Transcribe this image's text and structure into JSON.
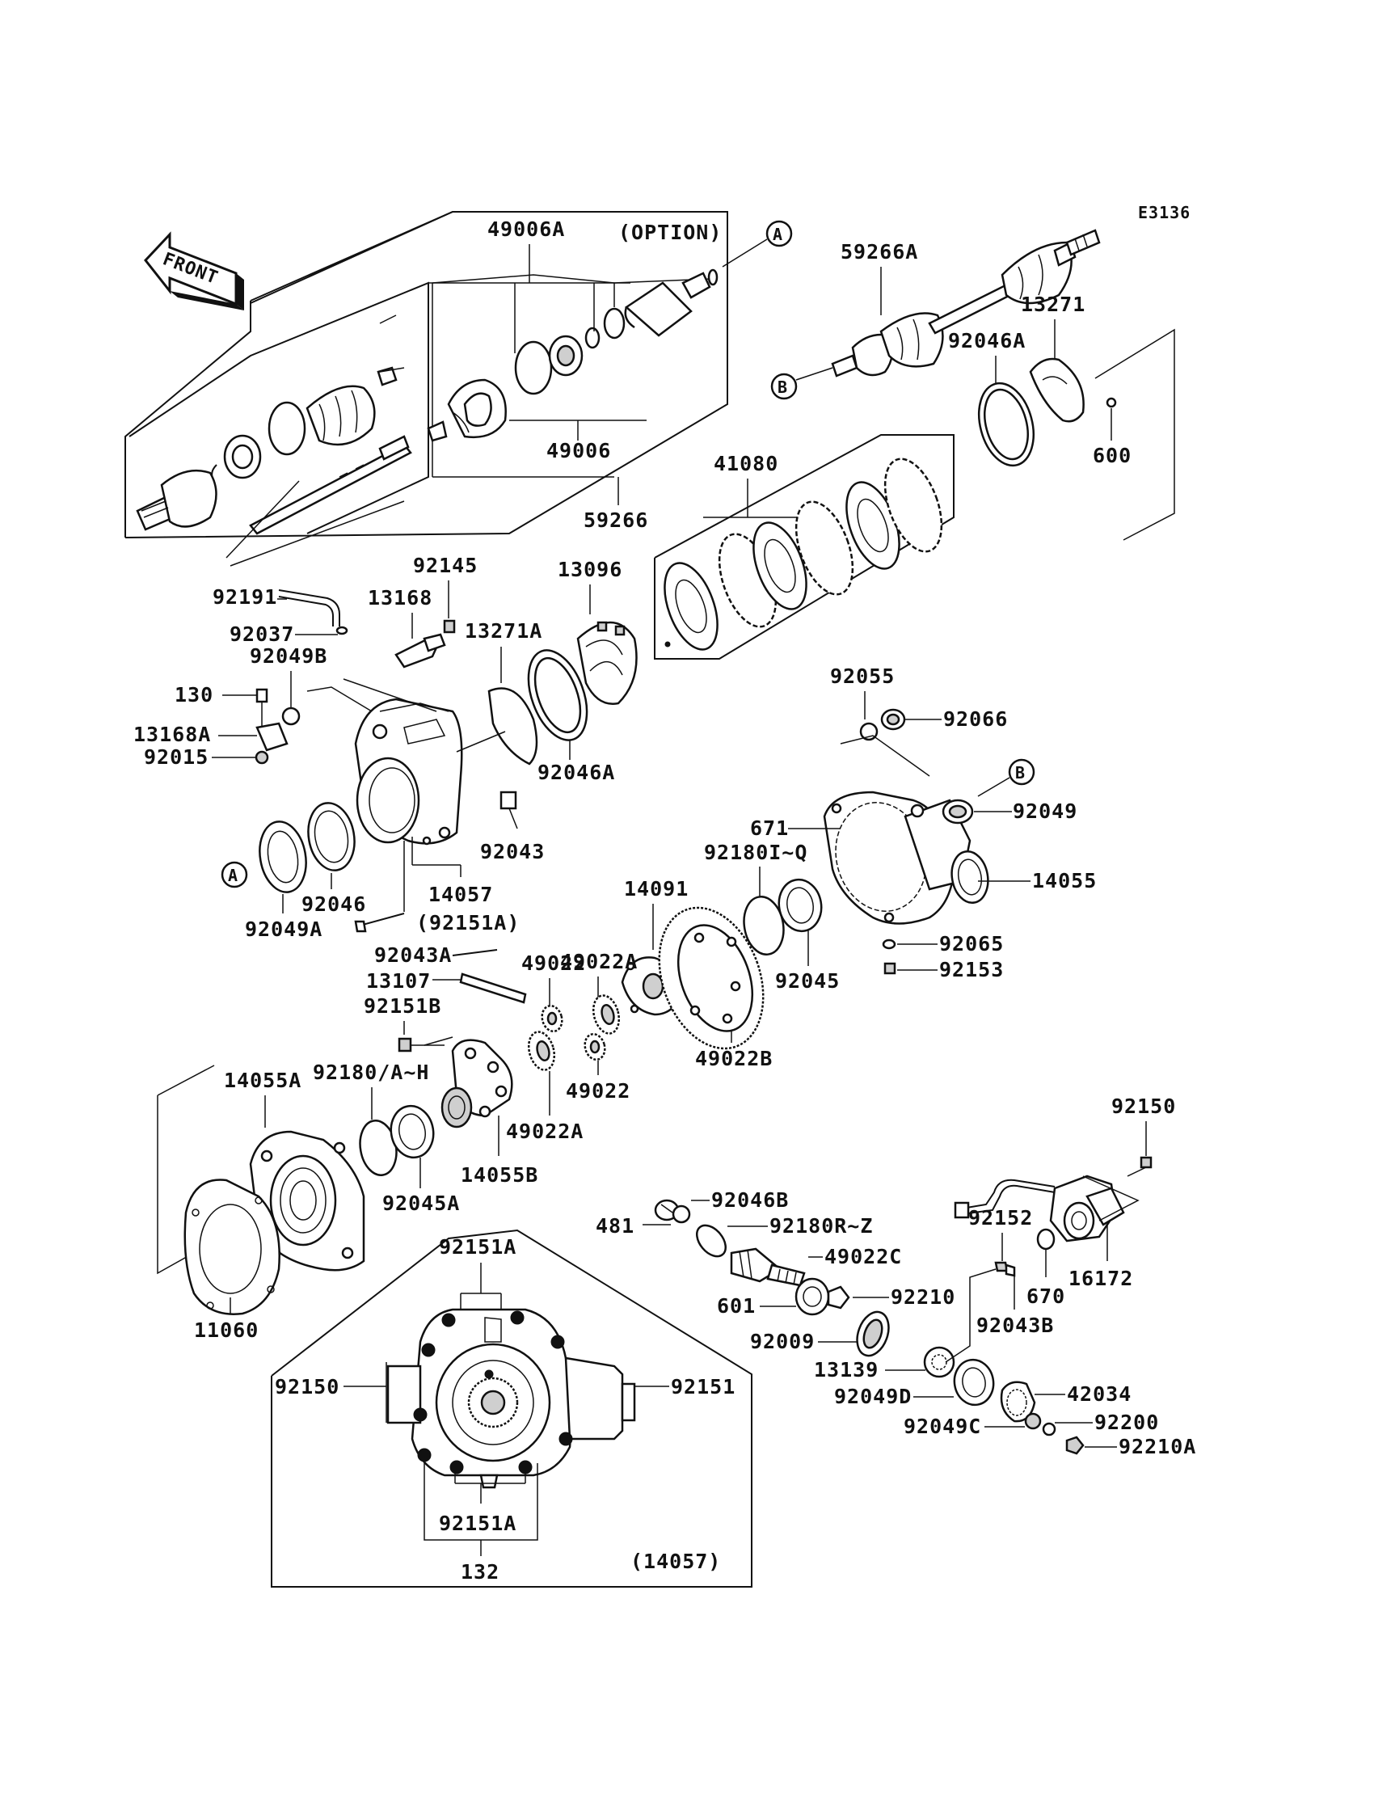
{
  "diagram_code": "E3136",
  "front_label": "FRONT",
  "option_label": "(OPTION)",
  "ref_markers": {
    "a": "A",
    "b": "B"
  },
  "inset_label": "(14057)",
  "parts": {
    "p49006A": "49006A",
    "p49006": "49006",
    "p59266": "59266",
    "p59266A": "59266A",
    "p13271": "13271",
    "p92046A_top": "92046A",
    "p600": "600",
    "p41080": "41080",
    "p13096": "13096",
    "p92145": "92145",
    "p92191": "92191",
    "p13168": "13168",
    "p13271A": "13271A",
    "p92037": "92037",
    "p92049B": "92049B",
    "p130": "130",
    "p13168A": "13168A",
    "p92015": "92015",
    "p92046A_mid": "92046A",
    "p92043": "92043",
    "p92046": "92046",
    "p14057": "14057",
    "p92049A": "92049A",
    "p92151A_paren": "(92151A)",
    "p92055": "92055",
    "p92066": "92066",
    "p92049": "92049",
    "p671": "671",
    "p92180IQ": "92180I~Q",
    "p14055": "14055",
    "p14091": "14091",
    "p49022A_top": "49022A",
    "p92043A": "92043A",
    "p49022_top": "49022",
    "p13107": "13107",
    "p92151B": "92151B",
    "p92065": "92065",
    "p92153": "92153",
    "p92045": "92045",
    "p49022B": "49022B",
    "p14055A": "14055A",
    "p92180AH": "92180/A~H",
    "p49022_bot": "49022",
    "p49022A_bot": "49022A",
    "p14055B": "14055B",
    "p92045A": "92045A",
    "p11060": "11060",
    "p92150_right": "92150",
    "p92046B": "92046B",
    "p481": "481",
    "p92180RZ": "92180R~Z",
    "p92152": "92152",
    "p49022C": "49022C",
    "p670": "670",
    "p16172": "16172",
    "p601": "601",
    "p92210": "92210",
    "p92043B": "92043B",
    "p92009": "92009",
    "p13139": "13139",
    "p42034": "42034",
    "p92049D": "92049D",
    "p92049C": "92049C",
    "p92200": "92200",
    "p92210A": "92210A",
    "p92151A_inset_top": "92151A",
    "p92150_inset": "92150",
    "p92151_inset": "92151",
    "p92151A_inset_bot": "92151A",
    "p132": "132"
  }
}
